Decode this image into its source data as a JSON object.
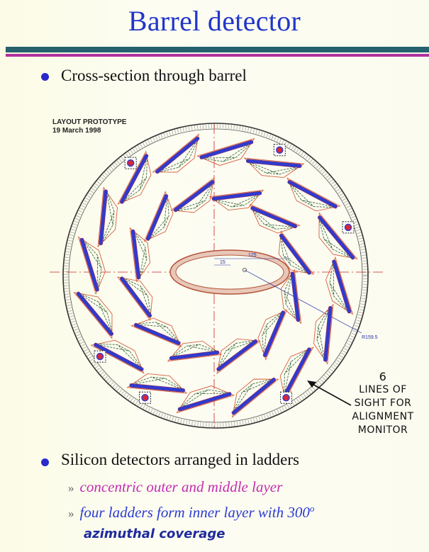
{
  "title": "Barrel detector",
  "bullet1": "Cross-section through barrel",
  "layout_label": {
    "line1": "LAYOUT PROTOTYPE",
    "line2": "19 March 1998"
  },
  "callout": {
    "number": "6",
    "line1": "LINES OF",
    "line2": "SIGHT FOR",
    "line3": "ALIGNMENT",
    "line4": "MONITOR"
  },
  "dimensions": {
    "a": "125",
    "b": "15",
    "radius": "R159.5"
  },
  "bullet2": "Silicon detectors arranged in ladders",
  "sub_marker": "»",
  "sub1": "concentric outer and middle layer",
  "sub2": "four ladders form inner layer with 300",
  "sub2_sup": "o",
  "sub2_cont": "azimuthal coverage",
  "colors": {
    "title": "#2236c9",
    "rule_green": "#26616d",
    "rule_pink": "#b1309d",
    "bullet": "#2a2acb",
    "sub1": "#c22db0",
    "sub2": "#2b3bd1",
    "ladder": "#2f3bd0",
    "support": "#3f6a3f",
    "outline": "#d65f3a",
    "crosshair": "#cc2222"
  }
}
